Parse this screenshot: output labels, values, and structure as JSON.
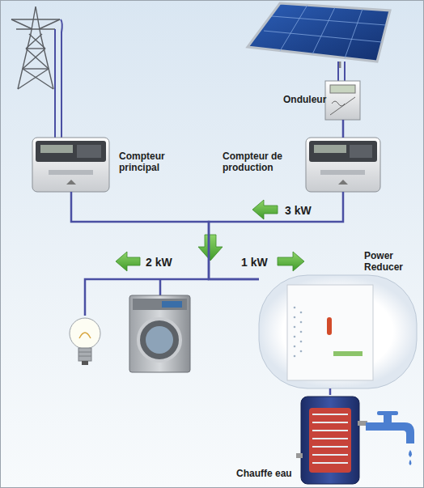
{
  "diagram": {
    "nodes": [
      {
        "text": [
          "Onduleur"
        ]
      },
      {
        "text": [
          "Compteur principal"
        ]
      },
      {
        "text": [
          "Compteur de production"
        ]
      },
      {
        "text": [
          "Power Reducer"
        ]
      },
      {
        "text": [
          "Chauffe eau"
        ]
      }
    ],
    "edges": [
      {
        "from": 0,
        "to": 2,
        "arrow": "none"
      },
      {
        "from": 1,
        "to": 3,
        "arrow": "none"
      },
      {
        "from": 2,
        "to": 3,
        "arrow": "none"
      },
      {
        "from": 3,
        "to": 4,
        "arrow": "none"
      }
    ],
    "labels": [
      "3 kW",
      "2 kW",
      "1 kW"
    ]
  }
}
